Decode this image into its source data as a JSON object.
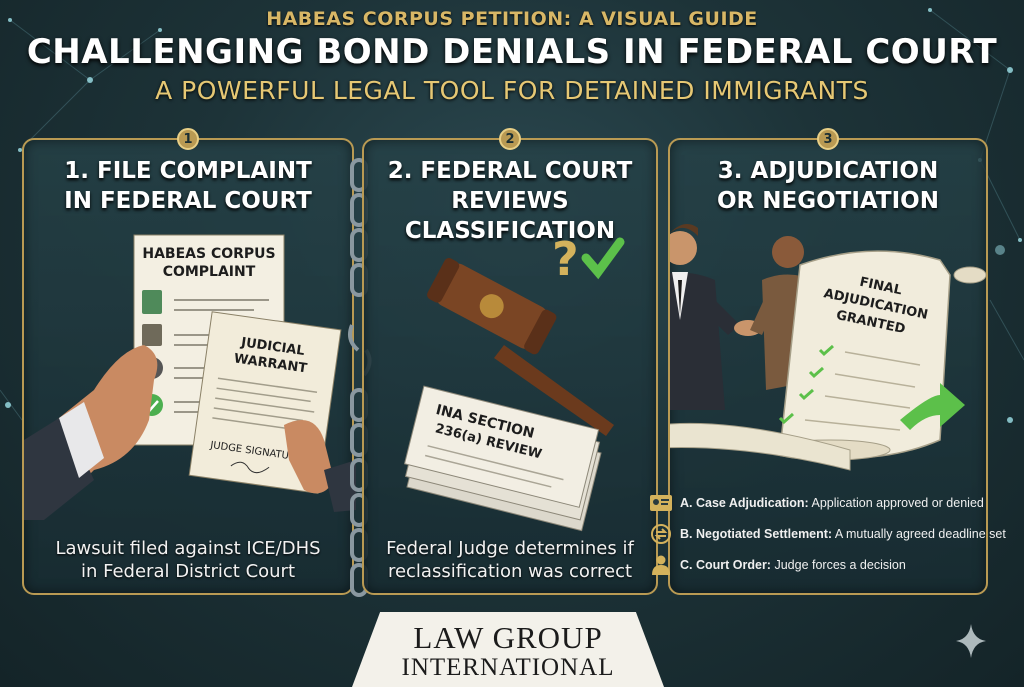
{
  "header": {
    "kicker": "HABEAS CORPUS PETITION: A VISUAL GUIDE",
    "title": "CHALLENGING BOND DENIALS IN FEDERAL COURT",
    "subtitle": "A POWERFUL LEGAL TOOL FOR DETAINED IMMIGRANTS"
  },
  "steps": [
    {
      "number": "1",
      "title_line1": "1. FILE COMPLAINT",
      "title_line2": "IN FEDERAL COURT",
      "doc1_line1": "HABEAS CORPUS",
      "doc1_line2": "COMPLAINT",
      "doc2_line1": "JUDICIAL",
      "doc2_line2": "WARRANT",
      "doc2_signature": "JUDGE SIGNATURE",
      "caption_line1": "Lawsuit filed against ICE/DHS",
      "caption_line2": "in Federal District Court"
    },
    {
      "number": "2",
      "title_line1": "2. FEDERAL COURT",
      "title_line2": "REVIEWS CLASSIFICATION",
      "doc_line1": "INA SECTION",
      "doc_line2": "236(a) REVIEW",
      "question_mark": "?",
      "caption_line1": "Federal Judge determines if",
      "caption_line2": "reclassification was correct"
    },
    {
      "number": "3",
      "title_line1": "3. ADJUDICATION",
      "title_line2": "OR NEGOTIATION",
      "scroll_line1": "FINAL",
      "scroll_line2": "ADJUDICATION",
      "scroll_line3": "GRANTED"
    }
  ],
  "legend": [
    {
      "icon": "id-card-icon",
      "label": "A. Case Adjudication:",
      "text": " Application approved or denied"
    },
    {
      "icon": "exchange-icon",
      "label": "B. Negotiated Settlement:",
      "text": " A mutually agreed deadline set"
    },
    {
      "icon": "person-icon",
      "label": "C. Court Order:",
      "text": " Judge forces a decision"
    }
  ],
  "logo": {
    "main": "LAW GROUP",
    "sub": "INTERNATIONAL"
  },
  "colors": {
    "gold": "#b99a53",
    "check_green": "#5cc04a",
    "background": "#1d3338"
  }
}
